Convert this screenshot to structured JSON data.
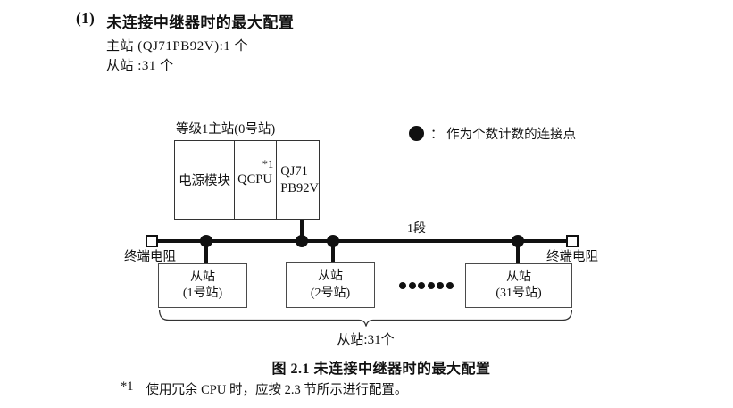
{
  "colors": {
    "ink": "#111111",
    "box_border": "#333333",
    "slave_border": "#4a4a4a",
    "background": "#ffffff"
  },
  "header": {
    "index": "(1)",
    "title": "未连接中继器时的最大配置",
    "lines": [
      "主站 (QJ71PB92V):1 个",
      "从站 :31 个"
    ]
  },
  "diagram": {
    "master": {
      "label": "等级1主站(0号站)",
      "modules": [
        {
          "name": "电源模块"
        },
        {
          "name": "QCPU",
          "note": "*1"
        },
        {
          "name": "QJ71\nPB92V"
        }
      ]
    },
    "legend": {
      "symbol": "connection-dot",
      "text": "：  作为个数计数的连接点"
    },
    "bus": {
      "segment_label": "1段",
      "left_terminator": "终端电阻",
      "right_terminator": "终端电阻"
    },
    "slaves": [
      {
        "line1": "从站",
        "line2": "(1号站)"
      },
      {
        "line1": "从站",
        "line2": "(2号站)"
      },
      {
        "line1": "从站",
        "line2": "(31号站)"
      }
    ],
    "ellipsis_count": 6,
    "brace_label": "从站:31个"
  },
  "caption": "图 2.1 未连接中继器时的最大配置",
  "footnote": {
    "marker": "*1",
    "text": "使用冗余 CPU 时，应按 2.3 节所示进行配置。"
  }
}
